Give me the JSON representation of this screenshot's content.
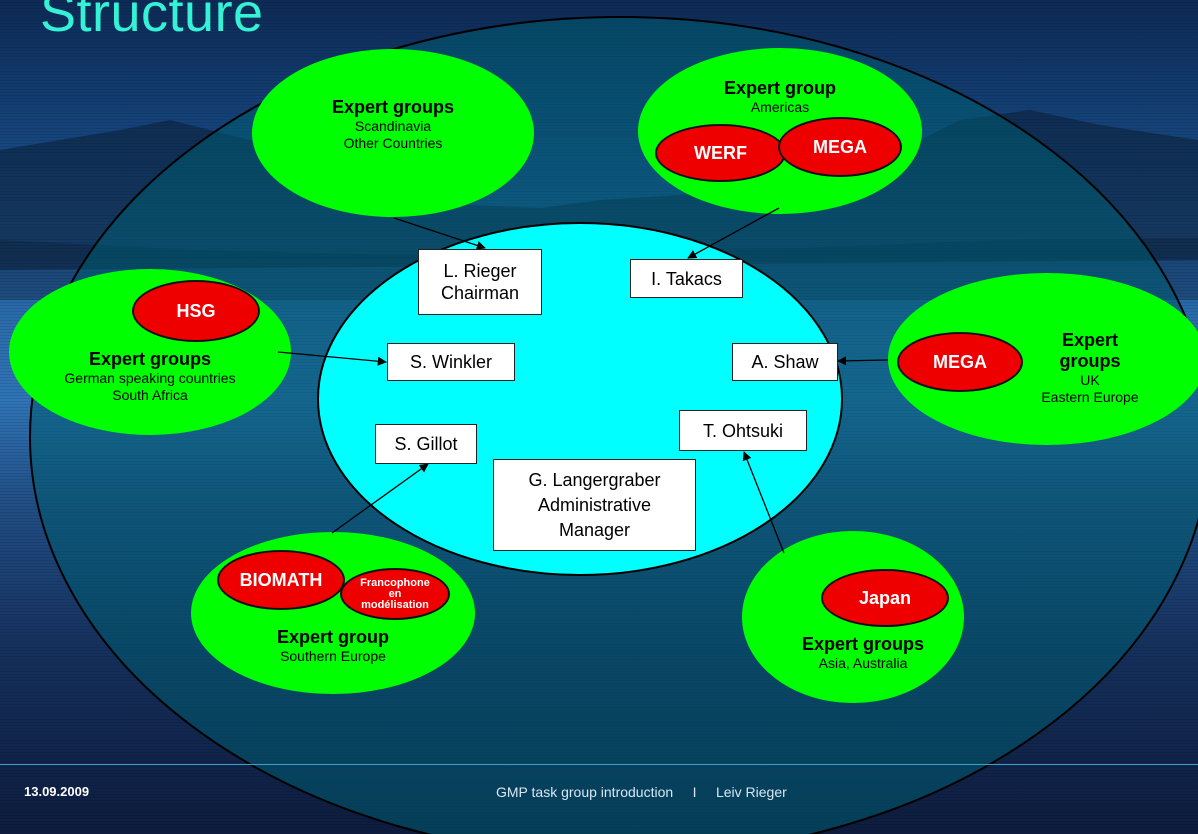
{
  "slide": {
    "title": "Structure",
    "date": "13.09.2009",
    "footer": "GMP task group introduction     I     Leiv Rieger"
  },
  "colors": {
    "outer": "#005b70",
    "inner": "#00ffff",
    "group": "#00ff00",
    "badge": "#ee0000",
    "title": "#34f2d6"
  },
  "core": {
    "members": [
      {
        "id": "rieger",
        "text": "L. Rieger\nChairman"
      },
      {
        "id": "takacs",
        "text": "I. Takacs"
      },
      {
        "id": "winkler",
        "text": "S. Winkler"
      },
      {
        "id": "shaw",
        "text": "A. Shaw"
      },
      {
        "id": "ohtsuki",
        "text": "T. Ohtsuki"
      },
      {
        "id": "gillot",
        "text": "S. Gillot"
      },
      {
        "id": "langergraber",
        "text": "G. Langergraber\nAdministrative\nManager"
      }
    ]
  },
  "groups": {
    "scandinavia": {
      "heading": "Expert groups",
      "lines": [
        "Scandinavia",
        "Other Countries"
      ]
    },
    "americas": {
      "heading": "Expert group",
      "lines": [
        "Americas"
      ],
      "badges": [
        "WERF",
        "MEGA"
      ]
    },
    "german": {
      "heading": "Expert groups",
      "lines": [
        "German speaking countries",
        "South Africa"
      ],
      "badges": [
        "HSG"
      ]
    },
    "uk": {
      "heading": "Expert\ngroups",
      "lines": [
        "UK",
        "Eastern Europe"
      ],
      "badges": [
        "MEGA"
      ]
    },
    "southern": {
      "heading": "Expert group",
      "lines": [
        "Southern Europe"
      ],
      "badges": [
        "BIOMATH",
        "Francophone\nen\nmodélisation"
      ]
    },
    "asia": {
      "heading": "Expert groups",
      "lines": [
        "Asia, Australia"
      ],
      "badges": [
        "Japan"
      ]
    }
  }
}
